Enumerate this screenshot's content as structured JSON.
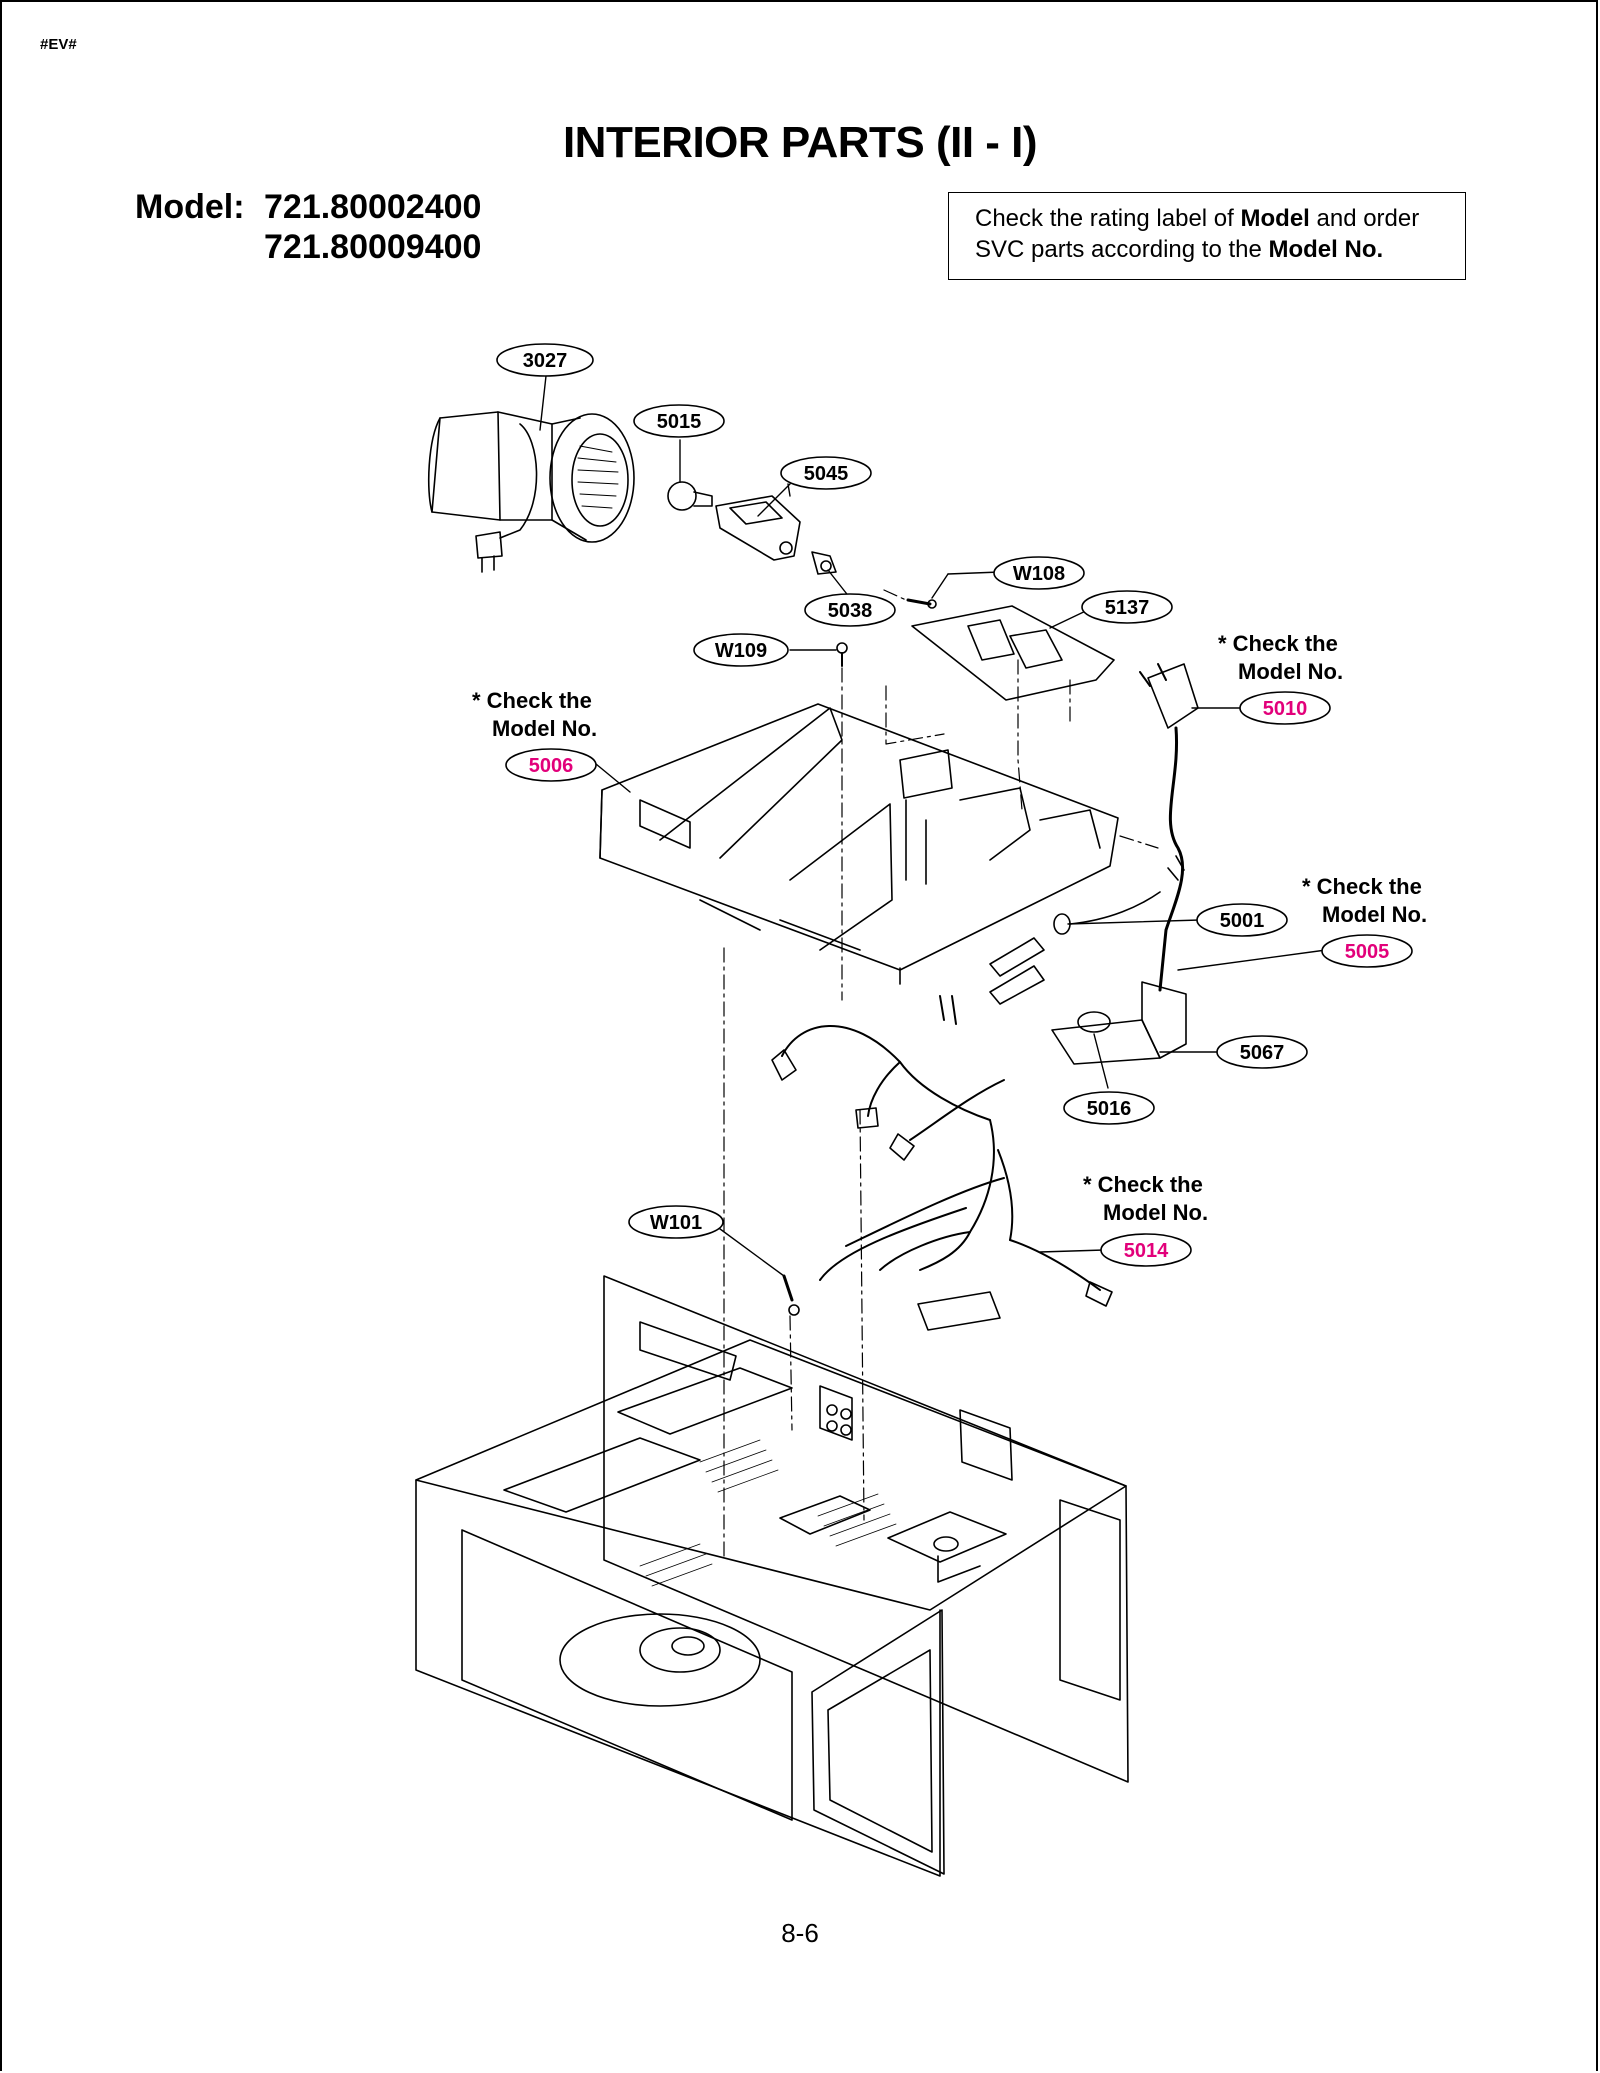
{
  "header_tag": "#EV#",
  "title": "INTERIOR PARTS (II - I)",
  "model": {
    "label": "Model:",
    "numbers": [
      "721.80002400",
      "721.80009400"
    ]
  },
  "note": {
    "pre": "Check the rating label of ",
    "b1": "Model",
    "mid": " and order",
    "line2_pre": "SVC parts according to the ",
    "b2": "Model No."
  },
  "check_notes": {
    "line1": "* Check the",
    "line2": "Model No."
  },
  "callouts": [
    {
      "id": "3027",
      "highlight": false
    },
    {
      "id": "5015",
      "highlight": false
    },
    {
      "id": "5045",
      "highlight": false
    },
    {
      "id": "W108",
      "highlight": false
    },
    {
      "id": "5038",
      "highlight": false
    },
    {
      "id": "5137",
      "highlight": false
    },
    {
      "id": "W109",
      "highlight": false
    },
    {
      "id": "5010",
      "highlight": true
    },
    {
      "id": "5006",
      "highlight": true
    },
    {
      "id": "5001",
      "highlight": false
    },
    {
      "id": "5005",
      "highlight": true
    },
    {
      "id": "5067",
      "highlight": false
    },
    {
      "id": "5016",
      "highlight": false
    },
    {
      "id": "W101",
      "highlight": false
    },
    {
      "id": "5014",
      "highlight": true
    }
  ],
  "colors": {
    "highlight": "#e2007a",
    "line": "#000000"
  },
  "page_number": "8-6"
}
